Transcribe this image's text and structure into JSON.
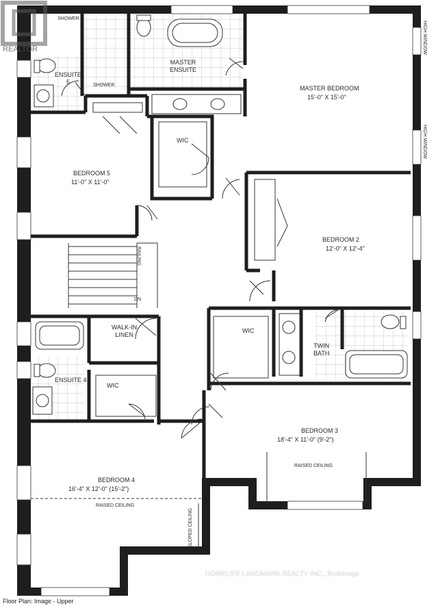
{
  "rooms": {
    "master_bedroom": {
      "name": "MASTER BEDROOM",
      "dims": "15'-0\" X 15'-0\""
    },
    "master_ensuite": {
      "name": "MASTER\nENSUITE"
    },
    "shower_top": "SHOWER",
    "shower_mid": "SHOWER",
    "ensuite5": "ENSUITE\n5",
    "bedroom5": {
      "name": "BEDROOM 5",
      "dims": "11'-0\" X 11'-0\""
    },
    "wic_top": "WIC",
    "bedroom2": {
      "name": "BEDROOM 2",
      "dims": "12'-0\" X 12'-4\""
    },
    "railing": "RAILING",
    "dn": "DN",
    "walkin_linen": "WALK-IN\nLINEN",
    "ensuite4": "ENSUITE 4",
    "wic_left": "WIC",
    "wic_mid": "WIC",
    "twin_bath": "TWIN\nBATH",
    "bedroom3": {
      "name": "BEDROOM 3",
      "dims": "18'-4\" X 11'-0\" (9'-2\")",
      "note": "RAISED CEILING"
    },
    "bedroom4": {
      "name": "BEDROOM 4",
      "dims": "16'-4\" X 12'-0\" (15'-2\")",
      "note": "RAISED CEILING"
    },
    "sloped_ceiling": "SLOPED CEILING",
    "high_window_top": "HIGH WINDOW",
    "high_window_mid": "HIGH WINDOW"
  },
  "caption": "Floor Plan: Image - Upper",
  "watermark": "HOMELIFE LANDMARK REALTY INC., Brokerage",
  "logo_text": "REALTOR",
  "colors": {
    "wall": "#1e1e1e",
    "line": "#333333",
    "tile": "#9a9a9a"
  }
}
